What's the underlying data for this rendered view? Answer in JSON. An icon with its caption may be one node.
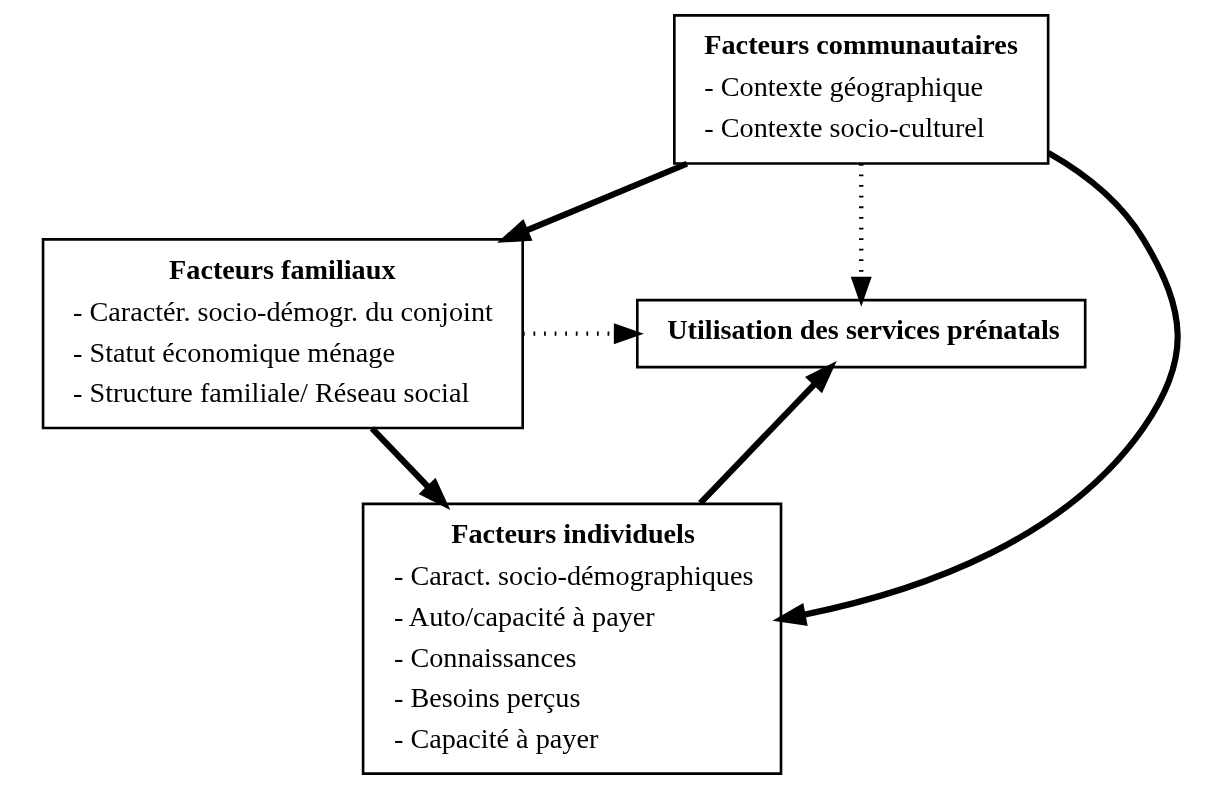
{
  "diagram": {
    "nodes": [
      {
        "text": [
          "Facteurs communautaires",
          "- Contexte géographique",
          "- Contexte socio-culturel"
        ]
      },
      {
        "text": [
          "Facteurs familiaux",
          "- Caractér. socio-démogr. du conjoint",
          "- Statut économique ménage",
          "- Structure familiale/ Réseau social"
        ]
      },
      {
        "text": [
          "Utilisation des services prénatals"
        ]
      },
      {
        "text": [
          "Facteurs individuels",
          "- Caract. socio-démographiques",
          "- Auto/capacité à payer",
          "- Connaissances",
          "- Besoins perçus",
          "- Capacité à payer"
        ]
      }
    ],
    "edges": [
      {
        "from": 0,
        "to": 2,
        "arrow": "to",
        "style": "dashed"
      },
      {
        "from": 0,
        "to": 1,
        "arrow": "to"
      },
      {
        "from": 0,
        "to": 3,
        "arrow": "to"
      },
      {
        "from": 1,
        "to": 2,
        "arrow": "to",
        "style": "dashed"
      },
      {
        "from": 1,
        "to": 3,
        "arrow": "to"
      },
      {
        "from": 3,
        "to": 2,
        "arrow": "to"
      }
    ]
  }
}
